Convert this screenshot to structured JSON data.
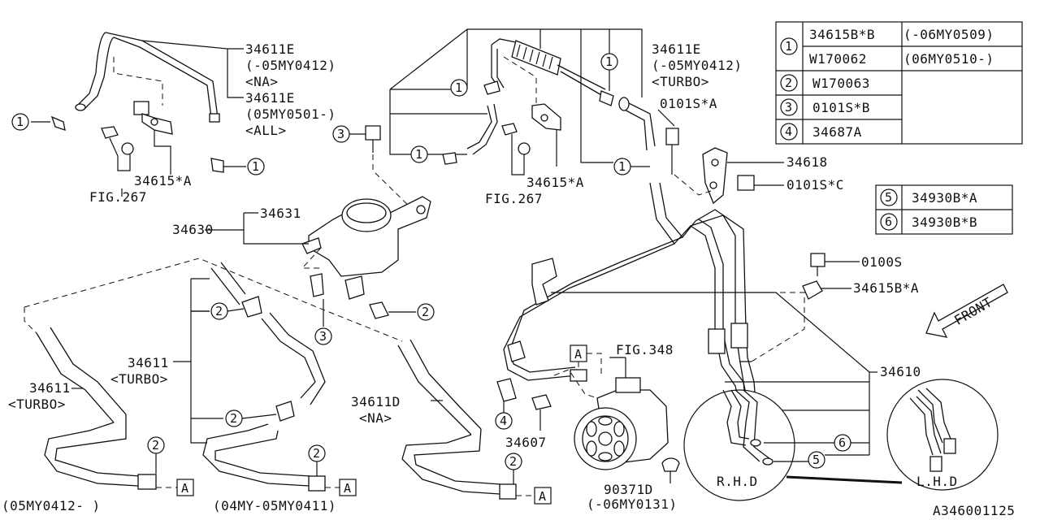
{
  "diagram_code": "A346001125",
  "legend_a": {
    "rows": [
      {
        "num": "1",
        "part": "34615B*B",
        "note": "(-06MY0509)"
      },
      {
        "num": "",
        "part": "W170062",
        "note": "(06MY0510-)"
      },
      {
        "num": "2",
        "part": "W170063",
        "note": ""
      },
      {
        "num": "3",
        "part": "0101S*B",
        "note": ""
      },
      {
        "num": "4",
        "part": "34687A",
        "note": ""
      }
    ]
  },
  "legend_b": {
    "rows": [
      {
        "num": "5",
        "part": "34930B*A"
      },
      {
        "num": "6",
        "part": "34930B*B"
      }
    ]
  },
  "labels": {
    "p34611E_na_1": "34611E",
    "p34611E_na_2": "(-05MY0412)",
    "p34611E_na_3": "<NA>",
    "p34611E_all_1": "34611E",
    "p34611E_all_2": "(05MY0501-)",
    "p34611E_all_3": "<ALL>",
    "p34611E_t_1": "34611E",
    "p34611E_t_2": "(-05MY0412)",
    "p34611E_t_3": "<TURBO>",
    "p0101SA": "0101S*A",
    "p34618": "34618",
    "p0101SC": "0101S*C",
    "p34615A_l": "34615*A",
    "fig267_l": "FIG.267",
    "p34615A_m": "34615*A",
    "fig267_m": "FIG.267",
    "p34631": "34631",
    "p34630": "34630",
    "p0100S": "0100S",
    "p34615BA": "34615B*A",
    "front": "FRONT",
    "p34611_t_1": "34611",
    "p34611_t_2": "<TURBO>",
    "p34611_t2_1": "34611",
    "p34611_t2_2": "<TURBO>",
    "p34611D_1": "34611D",
    "p34611D_2": "<NA>",
    "fig348": "FIG.348",
    "p34610": "34610",
    "p34607": "34607",
    "p90371_1": "90371D",
    "p90371_2": "(-06MY0131)",
    "rhd": "R.H.D",
    "lhd": "L.H.D",
    "range_1": "(05MY0412-         )",
    "range_2": "(04MY-05MY0411)",
    "callout_a": "A"
  },
  "callouts": {
    "c1": "1",
    "c2": "2",
    "c3": "3",
    "c4": "4",
    "c5": "5",
    "c6": "6"
  }
}
